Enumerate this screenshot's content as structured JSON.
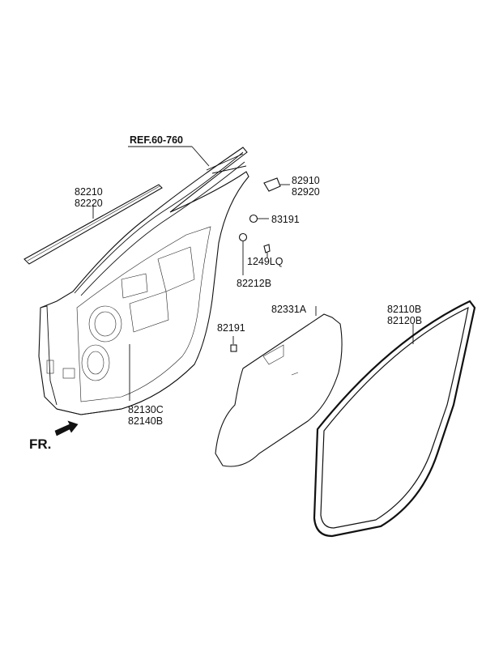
{
  "reference": "REF.60-760",
  "direction_label": "FR.",
  "parts": {
    "belt_molding": [
      "82210",
      "82220"
    ],
    "clip_a": [
      "82910",
      "82920"
    ],
    "grommet_a": "83191",
    "screw": "1249LQ",
    "grommet_b": "82212B",
    "plug": "82191",
    "door_panel": [
      "82130C",
      "82140B"
    ],
    "seal_sheet": "82331A",
    "weatherstrip": [
      "82110B",
      "82120B"
    ]
  }
}
